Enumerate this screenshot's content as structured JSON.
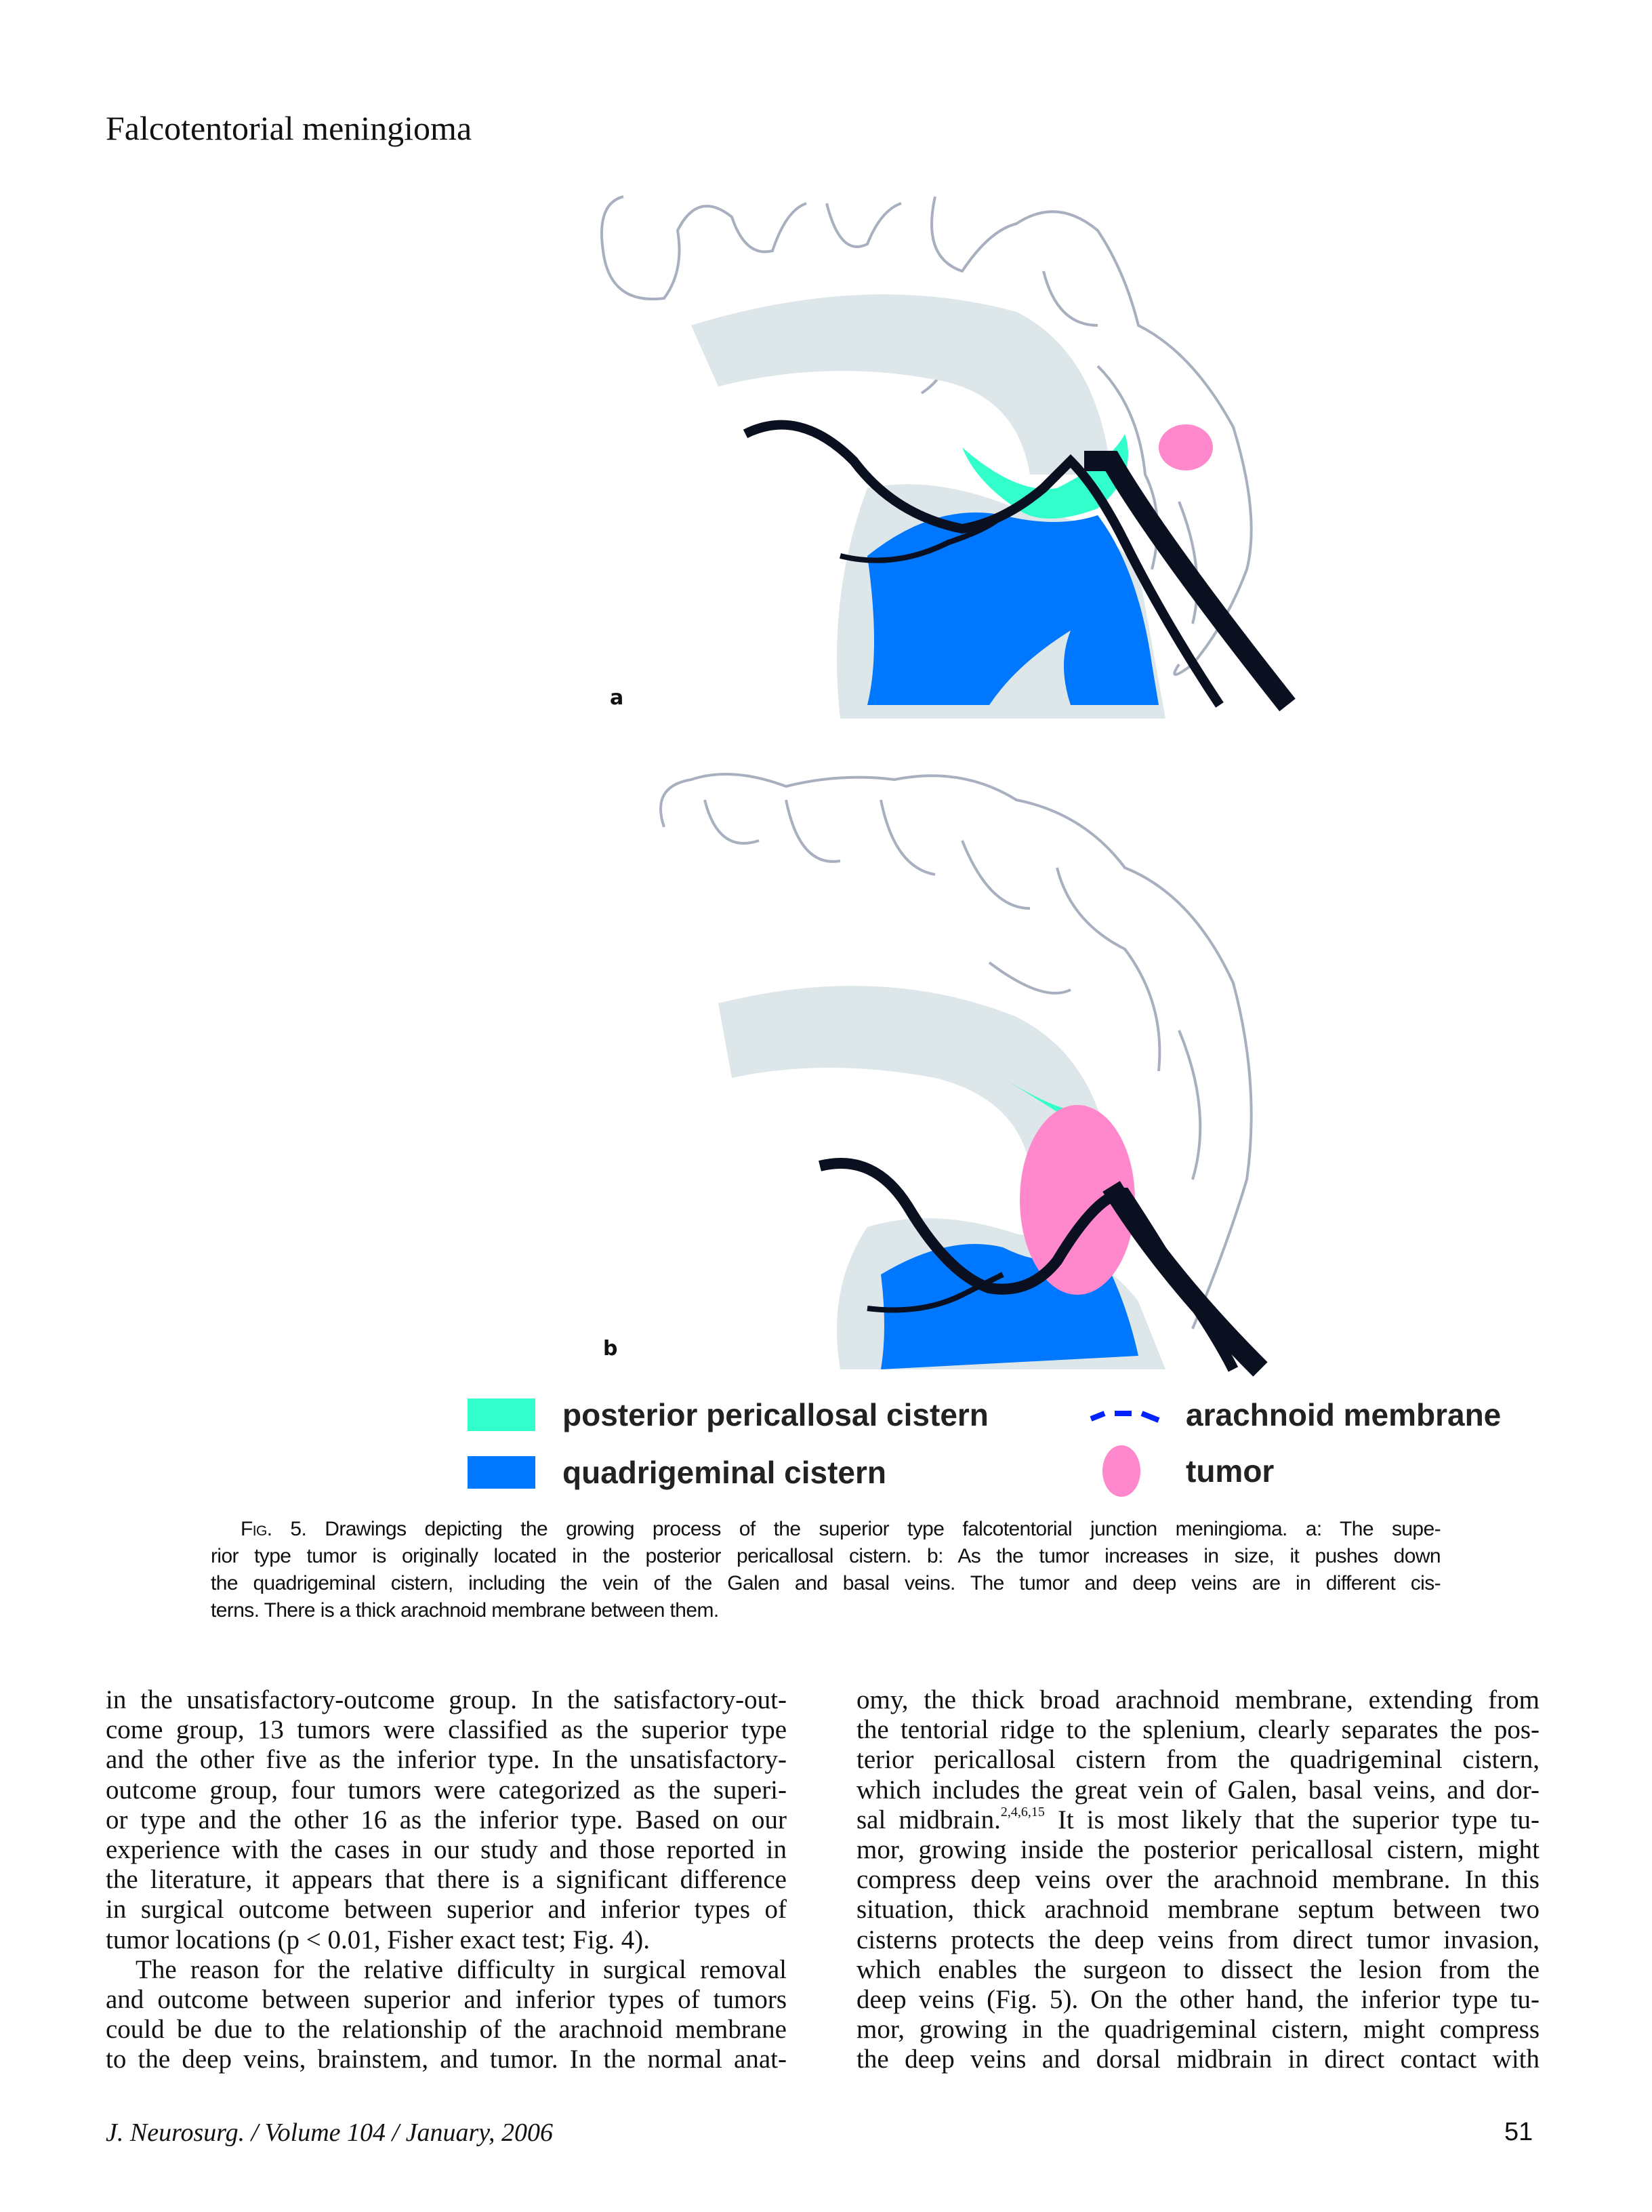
{
  "header": {
    "running_title": "Falcotentorial meningioma"
  },
  "figure": {
    "panel_a_label": "a",
    "panel_b_label": "b",
    "legend": [
      {
        "label": "posterior pericallosal cistern",
        "color": "#33ffcc"
      },
      {
        "label": "arachnoid membrane",
        "color": "#0022ff"
      },
      {
        "label": "quadrigeminal cistern",
        "color": "#0077ff"
      },
      {
        "label": "tumor",
        "color": "#ff88cc"
      }
    ],
    "colors": {
      "brain_outline": "#a8b0c0",
      "corpus": "#dde6e8",
      "vein": "#0a1020"
    }
  },
  "caption": {
    "fig_label": "Fig. 5.",
    "lines": [
      "Drawings depicting the growing process of the superior type falcotentorial junction meningioma.    a: The supe-",
      "rior type tumor is originally located in the posterior pericallosal cistern.    b: As the tumor increases in size, it pushes down",
      "the quadrigeminal cistern, including the vein of the Galen and basal veins. The tumor and deep veins are in different cis-",
      "terns. There is a thick arachnoid membrane between them."
    ]
  },
  "body": {
    "left_column": [
      "in the unsatisfactory-outcome group. In the satisfactory-out-",
      "come group, 13 tumors were classified as the superior type",
      "and the other five as the inferior type. In the unsatisfactory-",
      "outcome group, four tumors were categorized as the superi-",
      "or type and the other 16 as the inferior type. Based on our",
      "experience with the cases in our study and those reported in",
      "the literature, it appears that there is a significant difference",
      "in surgical outcome between superior and inferior types of",
      "tumor locations (p < 0.01, Fisher exact test; Fig. 4).",
      "The reason for the relative difficulty in surgical removal",
      "and outcome between superior and inferior types of tumors",
      "could be due to the relationship of the arachnoid membrane",
      "to the deep veins, brainstem, and tumor. In the normal anat-"
    ],
    "right_column": [
      "omy, the thick broad arachnoid membrane, extending from",
      "the tentorial ridge to the splenium, clearly separates the pos-",
      "terior pericallosal cistern from the quadrigeminal cistern,",
      "which includes the great vein of Galen, basal veins, and dor-",
      "sal midbrain.",
      "It is most likely that the superior type tu-",
      "mor, growing inside the posterior pericallosal cistern, might",
      "compress deep veins over the arachnoid membrane. In this",
      "situation, thick arachnoid membrane septum between two",
      "cisterns protects the deep veins from direct tumor invasion,",
      "which enables the surgeon to dissect the lesion from the",
      "deep veins (Fig. 5). On the other hand, the inferior type tu-",
      "mor, growing in the quadrigeminal cistern, might compress",
      "the deep veins and dorsal midbrain in direct contact with"
    ],
    "citation_superscript": "2,4,6,15"
  },
  "footer": {
    "journal": "J. Neurosurg. / Volume 104 / January, 2006",
    "page_number": "51"
  }
}
